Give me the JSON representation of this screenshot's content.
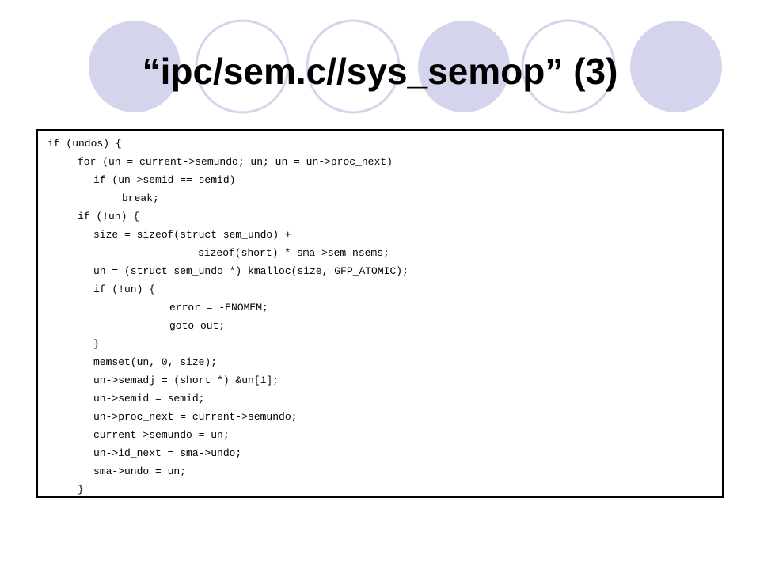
{
  "slide": {
    "title": "“ipc/sem.c//sys_semop” (3)",
    "accent_color": "#d4d4ec",
    "outline_color": "#ffffff"
  },
  "code": {
    "lines": [
      {
        "indent": 0,
        "text": "if (undos) {"
      },
      {
        "indent": 1,
        "text": "for (un = current->semundo; un; un = un->proc_next)"
      },
      {
        "indent": 2,
        "text": "if (un->semid == semid)"
      },
      {
        "indent": 3,
        "text": "break;"
      },
      {
        "indent": 1,
        "text": "if (!un) {"
      },
      {
        "indent": 2,
        "text": "size = sizeof(struct sem_undo) +"
      },
      {
        "indent": 4,
        "text": "sizeof(short) * sma->sem_nsems;"
      },
      {
        "indent": 2,
        "text": "un = (struct sem_undo *) kmalloc(size, GFP_ATOMIC);"
      },
      {
        "indent": 2,
        "text": "if (!un) {"
      },
      {
        "indent": 5,
        "text": "error = -ENOMEM;"
      },
      {
        "indent": 5,
        "text": "goto out;"
      },
      {
        "indent": 2,
        "text": "}"
      },
      {
        "indent": 2,
        "text": "memset(un, 0, size);"
      },
      {
        "indent": 2,
        "text": "un->semadj = (short *) &un[1];"
      },
      {
        "indent": 2,
        "text": "un->semid = semid;"
      },
      {
        "indent": 2,
        "text": "un->proc_next = current->semundo;"
      },
      {
        "indent": 2,
        "text": "current->semundo = un;"
      },
      {
        "indent": 2,
        "text": "un->id_next = sma->undo;"
      },
      {
        "indent": 2,
        "text": "sma->undo = un;"
      },
      {
        "indent": 1,
        "text": "}"
      }
    ]
  }
}
